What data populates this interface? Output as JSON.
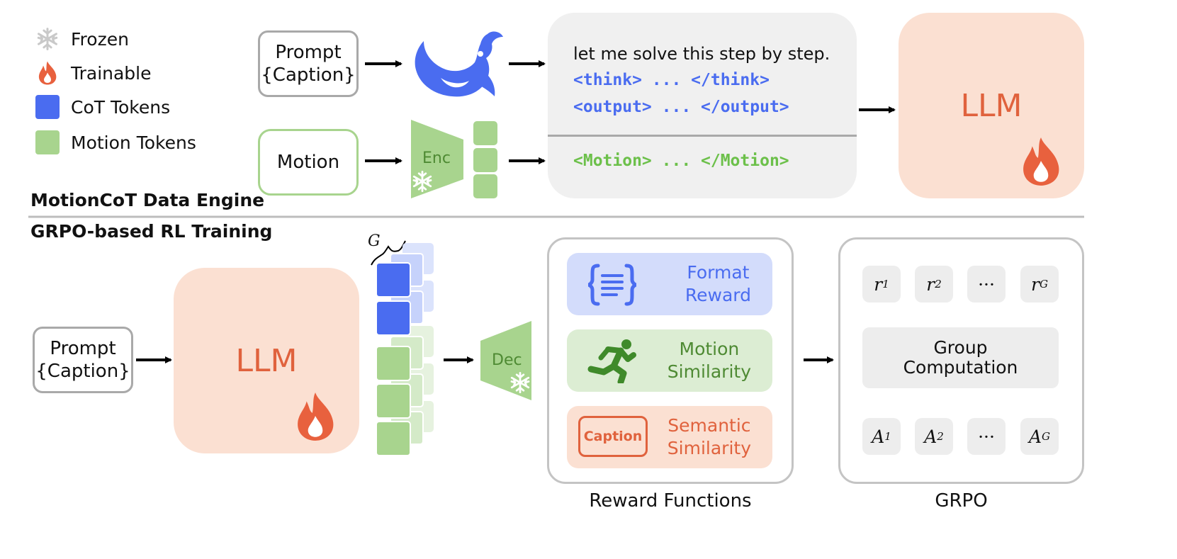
{
  "legend": {
    "frozen": "Frozen",
    "trainable": "Trainable",
    "cot_tokens": "CoT Tokens",
    "motion_tokens": "Motion Tokens"
  },
  "top": {
    "prompt_line1": "Prompt",
    "prompt_line2": "{Caption}",
    "motion": "Motion",
    "enc": "Enc",
    "reasoning_intro": "let me solve this step by step.",
    "think_line": "<think> ... </think>",
    "output_line": "<output> ... </output>",
    "motion_line": "<Motion> ... </Motion>",
    "llm": "LLM",
    "section_title": "MotionCoT Data Engine"
  },
  "bottom": {
    "section_title": "GRPO-based RL Training",
    "prompt_line1": "Prompt",
    "prompt_line2": "{Caption}",
    "llm": "LLM",
    "group_label": "G",
    "dec": "Dec",
    "rewards": {
      "format_line1": "Format",
      "format_line2": "Reward",
      "motion_line1": "Motion",
      "motion_line2": "Similarity",
      "caption_tag": "Caption",
      "semantic_line1": "Semantic",
      "semantic_line2": "Similarity",
      "caption": "Reward Functions"
    },
    "grpo": {
      "r1": "r",
      "r1_sub": "1",
      "r2": "r",
      "r2_sub": "2",
      "r_dots": "···",
      "rG": "r",
      "rG_sub": "G",
      "group_line1": "Group",
      "group_line2": "Computation",
      "a1": "A",
      "a1_sub": "1",
      "a2": "A",
      "a2_sub": "2",
      "a_dots": "···",
      "aG": "A",
      "aG_sub": "G",
      "caption": "GRPO"
    }
  },
  "colors": {
    "cot_blue": "#4a6cf0",
    "motion_green": "#a8d48e",
    "llm_bg": "#fbe0d2",
    "flame": "#e8613e",
    "format_bg": "#d3dcfb",
    "motion_bg": "#dcedd3",
    "semantic_bg": "#fbe0d2"
  }
}
